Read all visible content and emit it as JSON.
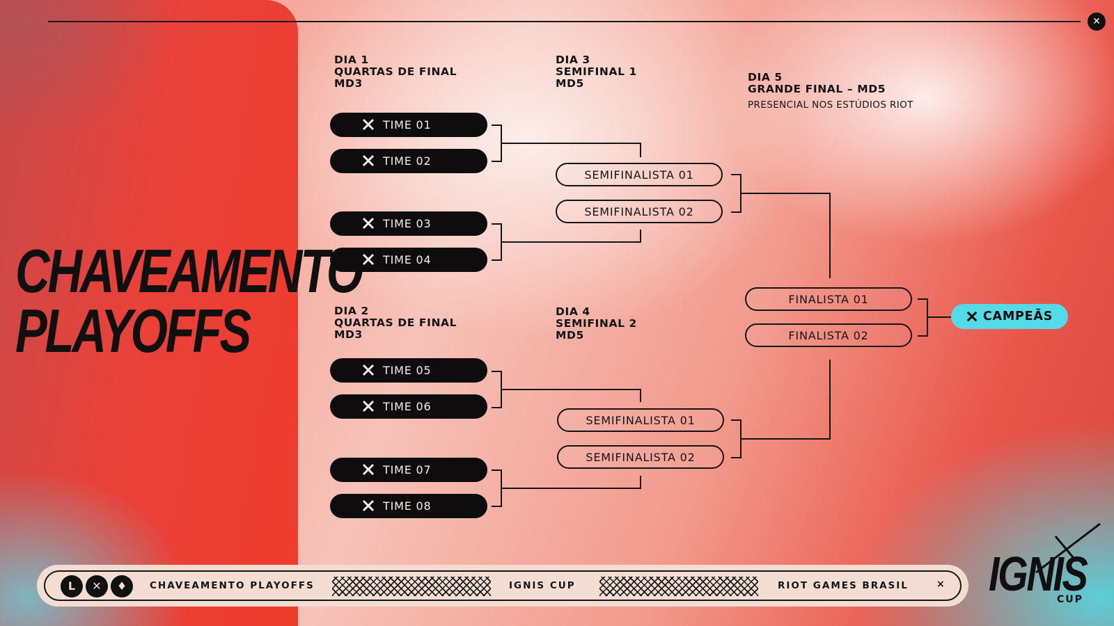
{
  "colors": {
    "accent_cyan": "#54dbe8",
    "panel_red": "#ef3b2c",
    "dark": "#0e0c0c"
  },
  "icons": {
    "close": "close-icon",
    "team_mark": "x-logo-icon"
  },
  "title": {
    "line1": "CHAVEAMENTO",
    "line2": "PLAYOFFS"
  },
  "rounds": {
    "day1": {
      "day": "DIA 1",
      "stage": "QUARTAS DE FINAL",
      "format": "MD3"
    },
    "day2": {
      "day": "DIA 2",
      "stage": "QUARTAS DE FINAL",
      "format": "MD3"
    },
    "day3": {
      "day": "DIA 3",
      "stage": "SEMIFINAL 1",
      "format": "MD5"
    },
    "day4": {
      "day": "DIA 4",
      "stage": "SEMIFINAL 2",
      "format": "MD5"
    },
    "day5": {
      "day": "DIA 5",
      "stage": "GRANDE FINAL – MD5",
      "note": "PRESENCIAL NOS ESTÚDIOS RIOT"
    }
  },
  "teams": [
    "TIME 01",
    "TIME 02",
    "TIME 03",
    "TIME 04",
    "TIME 05",
    "TIME 06",
    "TIME 07",
    "TIME 08"
  ],
  "semis_top": [
    "SEMIFINALISTA 01",
    "SEMIFINALISTA 02"
  ],
  "semis_bottom": [
    "SEMIFINALISTA 01",
    "SEMIFINALISTA 02"
  ],
  "finalists": [
    "FINALISTA 01",
    "FINALISTA 02"
  ],
  "champion": "CAMPEÃS",
  "footer": {
    "icons": [
      "league-of-legends-icon",
      "valorant-icon",
      "wild-rift-icon"
    ],
    "texts": [
      "CHAVEAMENTO PLAYOFFS",
      "IGNIS CUP",
      "RIOT GAMES BRASIL"
    ],
    "end_mark": "×"
  },
  "logo": {
    "name": "IGNIS",
    "sub": "CUP"
  }
}
